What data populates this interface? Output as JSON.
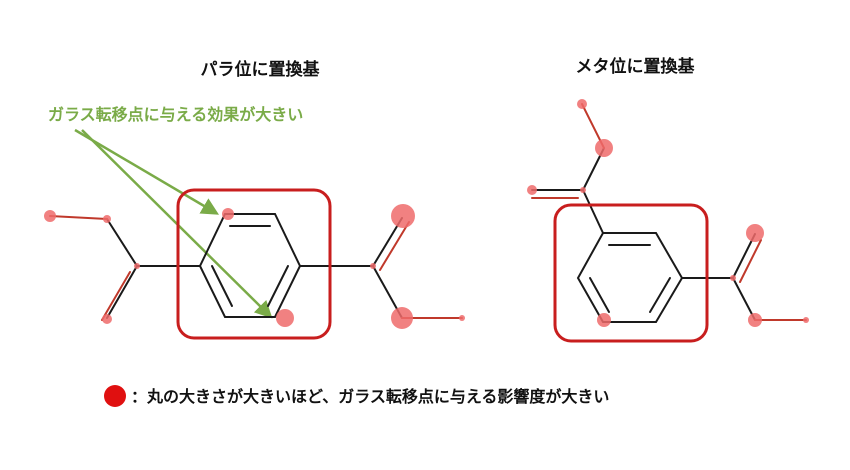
{
  "colors": {
    "highlight_box": "#c81e1e",
    "atom_marker": "#ef6b6b",
    "annotation": "#7aab48",
    "legend_dot": "#e01010"
  },
  "left_molecule": {
    "title": "パラ位に置換基"
  },
  "right_molecule": {
    "title": "メタ位に置換基"
  },
  "annotation": {
    "text": "ガラス転移点に与える効果が大きい"
  },
  "legend": {
    "text": "：丸の大きさが大きいほど、ガラス転移点に与える影響度が大きい"
  }
}
